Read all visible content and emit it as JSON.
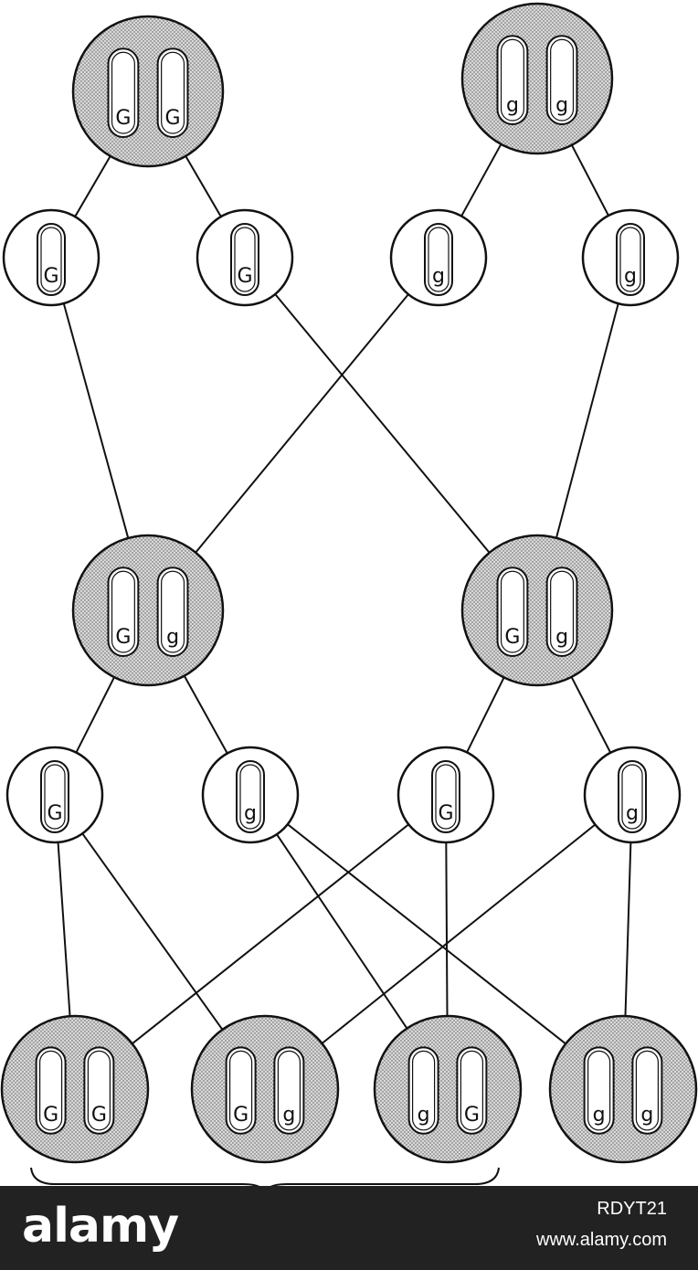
{
  "diagram": {
    "colors": {
      "zygote_fill": "#d4d4d4",
      "gamete_fill": "#ffffff",
      "stroke": "#111111",
      "stipple": "#555555"
    },
    "parents": [
      {
        "alleles": [
          "G",
          "G"
        ]
      },
      {
        "alleles": [
          "g",
          "g"
        ]
      }
    ],
    "parent_gametes": [
      {
        "allele": "G"
      },
      {
        "allele": "G"
      },
      {
        "allele": "g"
      },
      {
        "allele": "g"
      }
    ],
    "f1": [
      {
        "alleles": [
          "G",
          "g"
        ]
      },
      {
        "alleles": [
          "G",
          "g"
        ]
      }
    ],
    "f1_gametes": [
      {
        "allele": "G"
      },
      {
        "allele": "g"
      },
      {
        "allele": "G"
      },
      {
        "allele": "g"
      }
    ],
    "f2": [
      {
        "alleles": [
          "G",
          "G"
        ]
      },
      {
        "alleles": [
          "G",
          "g"
        ]
      },
      {
        "alleles": [
          "g",
          "G"
        ]
      },
      {
        "alleles": [
          "g",
          "g"
        ]
      }
    ]
  },
  "watermark": {
    "brand": "alamy",
    "image_id": "RDYT21",
    "url": "www.alamy.com"
  }
}
